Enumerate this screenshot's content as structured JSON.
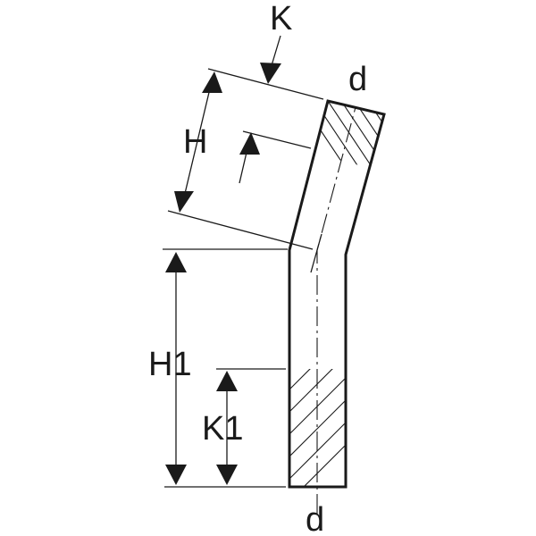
{
  "labels": {
    "k": "K",
    "d_top": "d",
    "h": "H",
    "h1": "H1",
    "k1": "K1",
    "d_bottom": "d"
  },
  "colors": {
    "line": "#1a1a1a",
    "background": "#ffffff"
  }
}
